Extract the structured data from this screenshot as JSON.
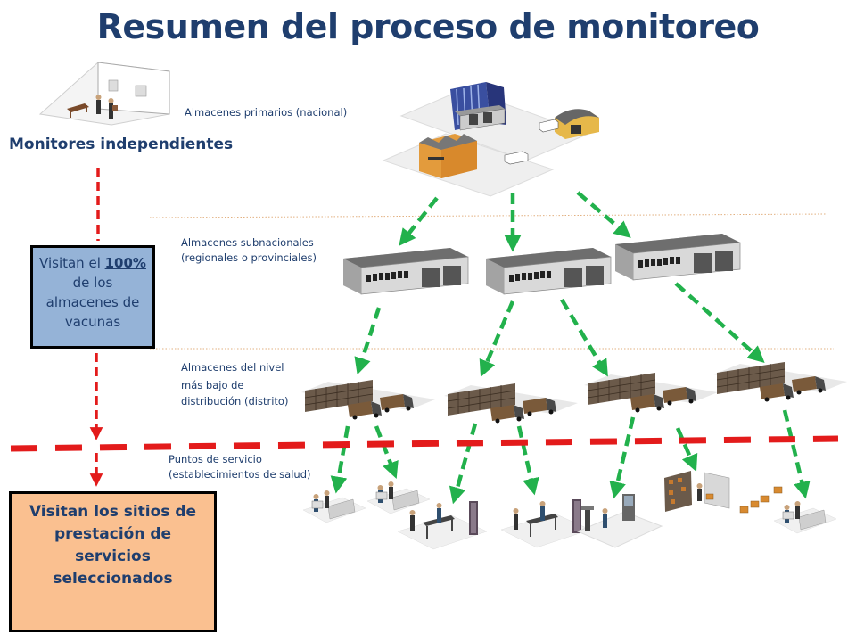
{
  "title": "Resumen del proceso de monitoreo",
  "monitors": {
    "label": "Monitores independientes"
  },
  "levels": {
    "primary": "Almacenes primarios (nacional)",
    "subnational_1": "Almacenes subnacionales",
    "subnational_2": "(regionales o provinciales)",
    "district_1": "Almacenes del nivel",
    "district_2": "más bajo de",
    "district_3": "distribución (distrito)",
    "service_1": "Puntos de servicio",
    "service_2": "(establecimientos de salud)"
  },
  "box_blue": {
    "line1_prefix": "Visitan el ",
    "percent": "100%",
    "line2": "de los",
    "line3": "almacenes de",
    "line4": "vacunas"
  },
  "box_orange": {
    "line1": "Visitan los sitios de",
    "line2": "prestación de",
    "line3": "servicios",
    "line4": "seleccionados"
  },
  "colors": {
    "title": "#1F3E6E",
    "arrow_green": "#22B14C",
    "dash_red": "#E31B1B",
    "box_blue": "#95B3D7",
    "box_orange": "#FAC090"
  },
  "icons": [
    "monitor-room-icon",
    "warehouse-icon",
    "shelf-truck-icon",
    "clinic-icon"
  ]
}
